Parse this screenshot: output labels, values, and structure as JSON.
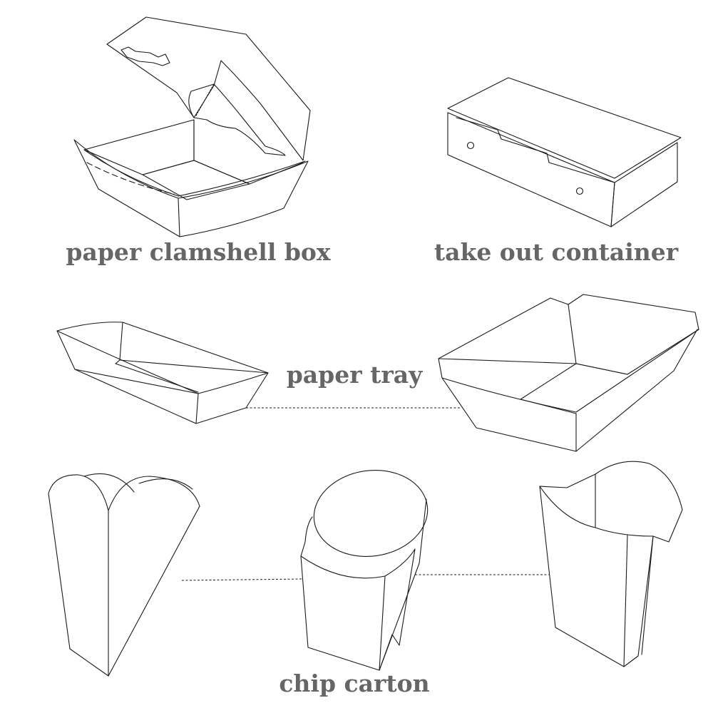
{
  "labels": {
    "clamshell": "paper clamshell box",
    "takeout": "take out container",
    "tray": "paper tray",
    "chip": "chip carton"
  },
  "colors": {
    "label": "#666666",
    "line": "#1a1a1a",
    "background": "#ffffff"
  }
}
